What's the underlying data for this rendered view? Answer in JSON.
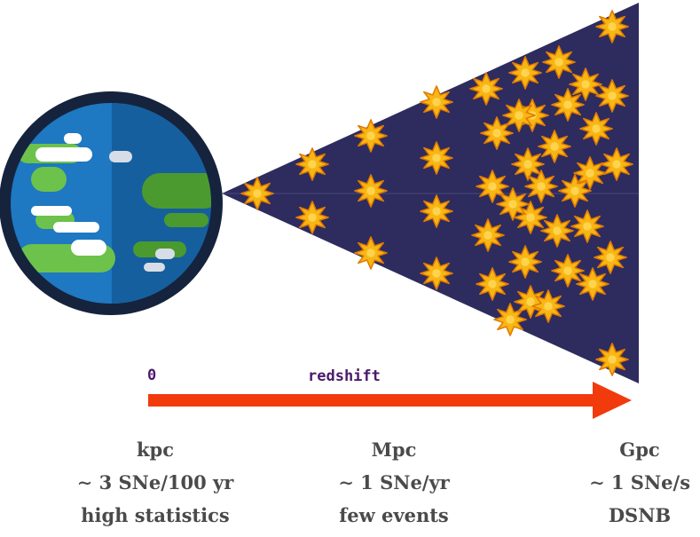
{
  "scale": {
    "start_label": "0",
    "axis_label": "redshift"
  },
  "columns": [
    {
      "distance": "kpc",
      "rate": "∼ 3 SNe/100 yr",
      "note": "high statistics"
    },
    {
      "distance": "Mpc",
      "rate": "∼ 1 SNe/yr",
      "note": "few events"
    },
    {
      "distance": "Gpc",
      "rate": "∼ 1 SNe/s",
      "note": "DSNB"
    }
  ],
  "colors": {
    "ocean": "#1e78c2",
    "ocean_dark": "#155f9e",
    "earth_outline": "#16233d",
    "land": "#6cc24a",
    "land_dark": "#4b9a2f",
    "cone": "#2e2c5e",
    "star": "#f7b614",
    "star_outline": "#e07a00",
    "arrow": "#f23b0c"
  },
  "icons": [
    "earth-icon",
    "star-icon"
  ]
}
